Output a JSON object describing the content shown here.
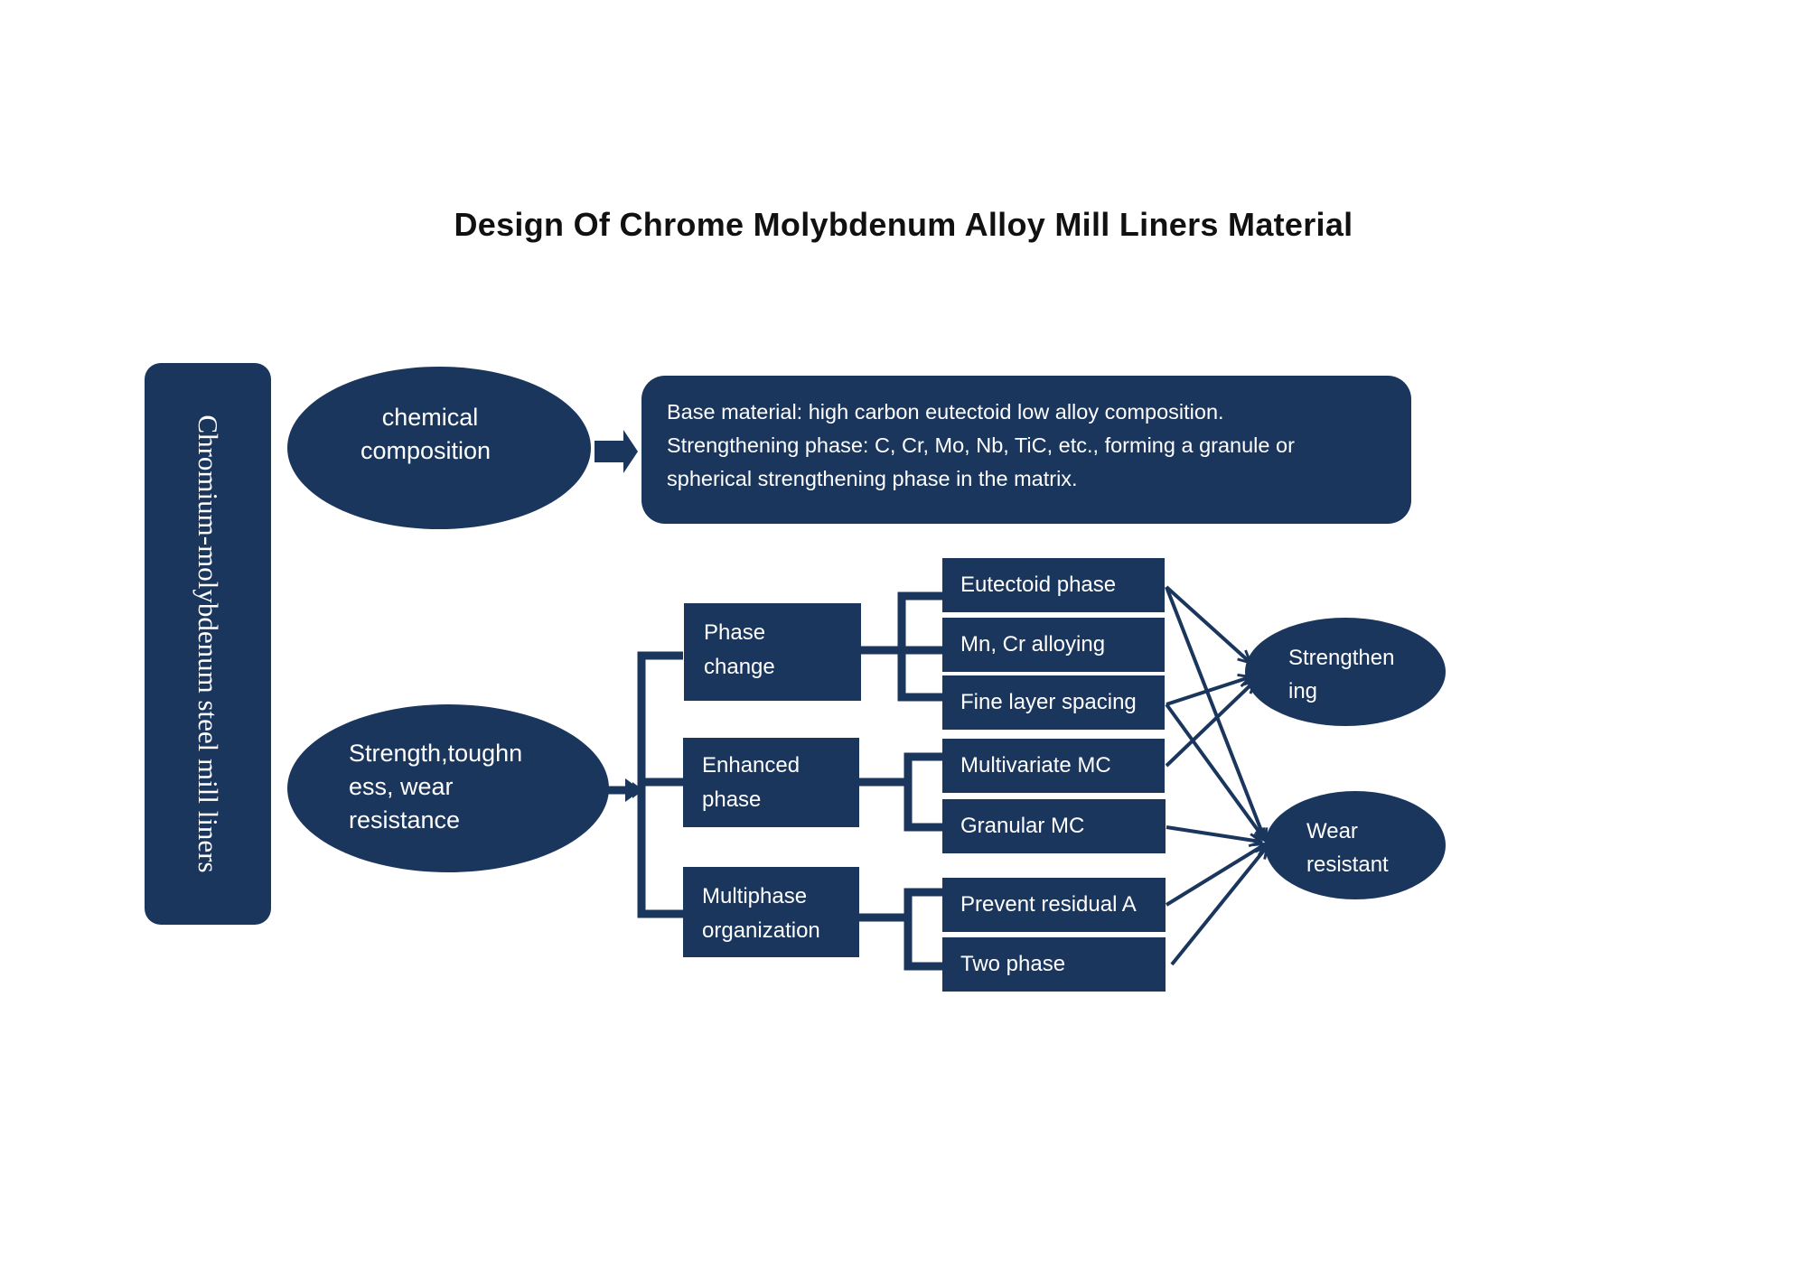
{
  "title": "Design Of Chrome Molybdenum Alloy Mill Liners Material",
  "root_label": "Chromium-molybdenum steel mill liners",
  "chemical": {
    "line1": "chemical",
    "line2": "composition"
  },
  "info": {
    "line1": "Base material: high carbon eutectoid low alloy composition.",
    "line2": "Strengthening phase: C, Cr, Mo, Nb, TiC, etc., forming a granule or",
    "line3": "spherical strengthening phase in the matrix."
  },
  "strength": {
    "line1": "Strength,toughn",
    "line2": "ess, wear",
    "line3": "resistance"
  },
  "groups": {
    "phase_change": {
      "line1": "Phase",
      "line2": "change"
    },
    "enhanced_phase": {
      "line1": "Enhanced",
      "line2": "phase"
    },
    "multiphase": {
      "line1": "Multiphase",
      "line2": "organization"
    }
  },
  "items": {
    "eutectoid": "Eutectoid phase",
    "mn_cr": "Mn, Cr alloying",
    "fine_layer": "Fine layer spacing",
    "multivariate_mc": "Multivariate MC",
    "granular_mc": "Granular MC",
    "prevent_residual": "Prevent residual A",
    "two_phase": "Two phase"
  },
  "outcomes": {
    "strengthening": {
      "line1": "Strengthen",
      "line2": "ing"
    },
    "wear": {
      "line1": "Wear",
      "line2": "resistant"
    }
  },
  "colors": {
    "node": "#1b365d",
    "text": "#ffffff",
    "title": "#111111"
  }
}
